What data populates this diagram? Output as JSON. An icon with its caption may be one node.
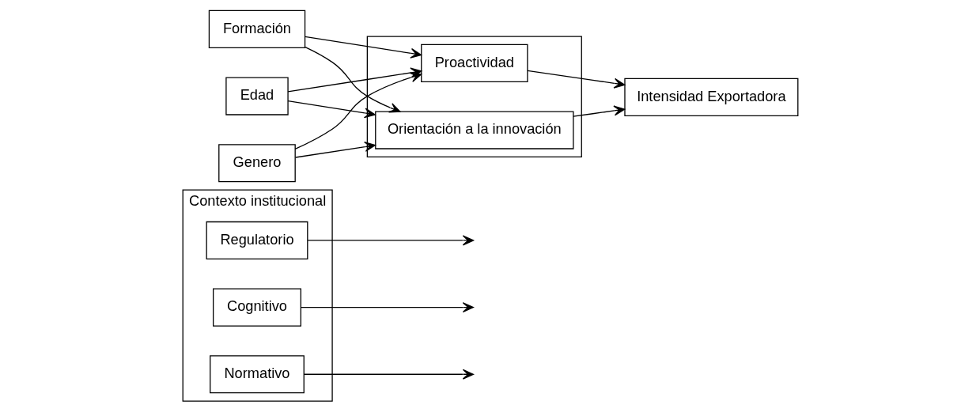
{
  "diagram": {
    "nodes": [
      {
        "text": [
          "Contexto institucional"
        ]
      },
      {
        "text": [
          "Regulatorio"
        ],
        "in": 0
      },
      {
        "text": [
          "Cognitivo"
        ],
        "in": 0
      },
      {
        "text": [
          "Normativo"
        ],
        "in": 0
      },
      {
        "text": [
          "Edad"
        ]
      },
      {
        "text": [
          "Genero"
        ]
      },
      {
        "text": [
          "Formación"
        ]
      },
      {
        "text": [],
        "shape": "box"
      },
      {
        "text": [
          "Proactividad"
        ],
        "in": 7
      },
      {
        "text": [
          "Orientación a la innovación"
        ],
        "in": 7
      },
      {
        "text": [
          "Intensidad Exportadora"
        ]
      }
    ],
    "edges": [
      {
        "from": 4,
        "to": 8,
        "arrow": "to"
      },
      {
        "from": 4,
        "to": 9,
        "arrow": "to"
      },
      {
        "from": 5,
        "to": 8,
        "arrow": "to"
      },
      {
        "from": 5,
        "to": 9,
        "arrow": "to"
      },
      {
        "from": 6,
        "to": 8,
        "arrow": "to"
      },
      {
        "from": 6,
        "to": 9,
        "arrow": "to"
      },
      {
        "from": 8,
        "to": 10,
        "arrow": "to"
      },
      {
        "from": 9,
        "to": 10,
        "arrow": "to"
      },
      {
        "from": 1,
        "to": null,
        "arrow": "to"
      },
      {
        "from": 2,
        "to": null,
        "arrow": "to"
      },
      {
        "from": 3,
        "to": null,
        "arrow": "to"
      }
    ]
  }
}
